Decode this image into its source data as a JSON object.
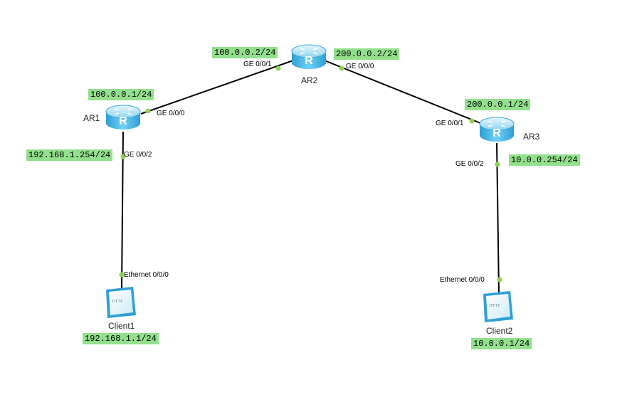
{
  "colors": {
    "label_bg": "#92e08c",
    "port_dot": "#8cd24f",
    "link": "#000000",
    "router": "#4fb4e0"
  },
  "devices": {
    "ar1": {
      "name": "AR1",
      "icon": "router-icon"
    },
    "ar2": {
      "name": "AR2",
      "icon": "router-icon"
    },
    "ar3": {
      "name": "AR3",
      "icon": "router-icon"
    },
    "client1": {
      "name": "Client1",
      "icon": "http-client-icon"
    },
    "client2": {
      "name": "Client2",
      "icon": "http-client-icon"
    }
  },
  "ip_labels": {
    "ar2_g001": "100.0.0.2/24",
    "ar2_g000": "200.0.0.2/24",
    "ar1_g000": "100.0.0.1/24",
    "ar3_g001": "200.0.0.1/24",
    "ar1_g002": "192.168.1.254/24",
    "ar3_g002": "10.0.0.254/24",
    "client1": "192.168.1.1/24",
    "client2": "10.0.0.1/24"
  },
  "ports": {
    "ar2_g001": "GE 0/0/1",
    "ar2_g000": "GE 0/0/0",
    "ar1_g000": "GE 0/0/0",
    "ar1_g002": "GE 0/0/2",
    "ar3_g001": "GE 0/0/1",
    "ar3_g002": "GE 0/0/2",
    "client1_eth": "Ethernet 0/0/0",
    "client2_eth": "Ethernet 0/0/0"
  },
  "client_screen_text": "HTTP"
}
